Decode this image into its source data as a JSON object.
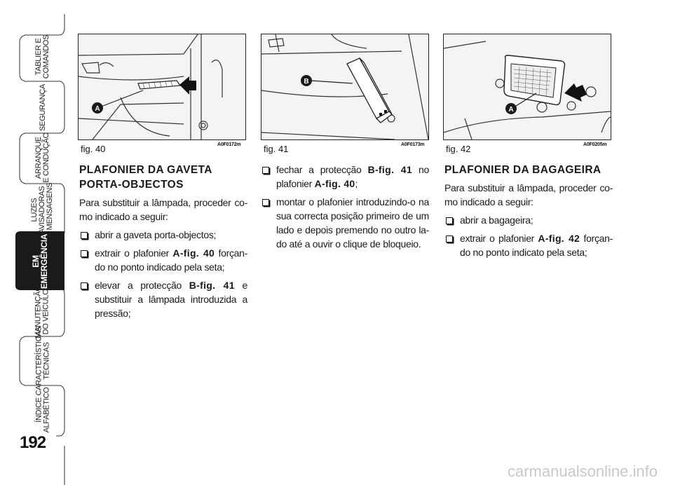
{
  "side_nav": {
    "tabs": [
      {
        "label": "TABLIER E\nCOMANDOS"
      },
      {
        "label": "SEGURANÇA"
      },
      {
        "label": "ARRANQUE\nE CONDUÇÃO"
      },
      {
        "label": "LUZES\nAVISADORAS\nE MENSAGENS"
      },
      {
        "label": "EM\nEMERGÊNCIA",
        "active": true
      },
      {
        "label": "MANUTENÇÃO\nDO VEÍCULO"
      },
      {
        "label": "CARACTERÍSTICAS\nTÉCNICAS"
      },
      {
        "label": "ÍNDICE\nALFABÉTICO"
      }
    ],
    "page_number": "192",
    "active_color": "#1a1a1a"
  },
  "figures": [
    {
      "caption": "fig. 40",
      "code": "A0F0172m",
      "callout": "A"
    },
    {
      "caption": "fig. 41",
      "code": "A0F0173m",
      "callout": "B"
    },
    {
      "caption": "fig. 42",
      "code": "A0F0205m",
      "callout": "A"
    }
  ],
  "col1": {
    "heading_line1": "PLAFONIER DA GAVETA",
    "heading_line2": "PORTA-OBJECTOS",
    "intro": "Para substituir a lâmpada, proceder co-mo indicado a seguir:",
    "b1": "abrir a gaveta porta-objectos;",
    "b2_pre": "extrair o plafonier ",
    "b2_ref": "A-fig. 40",
    "b2_post": " forçan-do no ponto indicado pela seta;",
    "b3_pre": "elevar a protecção ",
    "b3_ref": "B-fig. 41",
    "b3_post": " e substituir a lâmpada introduzida a pressão;"
  },
  "col2": {
    "b1_pre": "fechar a protecção ",
    "b1_ref": "B-fig. 41",
    "b1_mid": " no plafonier ",
    "b1_ref2": "A-fig. 40",
    "b1_post": ";",
    "b2": "montar o plafonier introduzindo-o na sua correcta posição primeiro de um lado e depois premendo no outro la-do até a ouvir o clique de bloqueio."
  },
  "col3": {
    "heading": "PLAFONIER DA BAGAGEIRA",
    "intro": "Para substituir a lâmpada, proceder co-mo indicado a seguir:",
    "b1": "abrir a bagageira;",
    "b2_pre": "extrair o plafonier ",
    "b2_ref": "A-fig. 42",
    "b2_post": " forçan-do no ponto indicato pela seta;"
  },
  "watermark": "carmanualsonline.info"
}
